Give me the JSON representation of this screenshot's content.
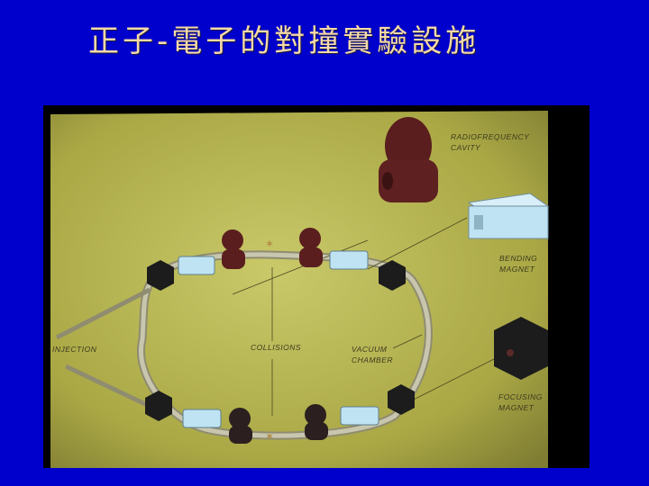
{
  "slide": {
    "title": "正子-電子的對撞實驗設施",
    "background_color": "#0000cc",
    "title_color": "#f5d9a8"
  },
  "diagram": {
    "description": "Photograph of electron-positron storage ring schematic",
    "background_color": "#b8b84a",
    "labels": {
      "rf_cavity_line1": "RADIOFREQUENCY",
      "rf_cavity_line2": "CAVITY",
      "bending_magnet_line1": "BENDING",
      "bending_magnet_line2": "MAGNET",
      "collisions": "COLLISIONS",
      "vacuum_chamber_line1": "VACUUM",
      "vacuum_chamber_line2": "CHAMBER",
      "focusing_magnet_line1": "FOCUSING",
      "focusing_magnet_line2": "MAGNET",
      "injection": "INJECTION"
    },
    "colors": {
      "rf_cavity": "#5a1e1e",
      "bending_magnet": "#bfe3f2",
      "focusing_magnet": "#1c1c1c",
      "vacuum_chamber": "#a8a88a"
    }
  }
}
